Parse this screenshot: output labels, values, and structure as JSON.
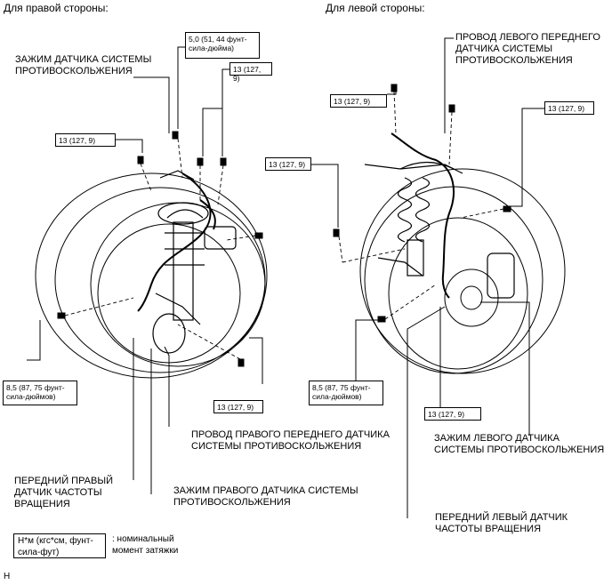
{
  "headings": {
    "right_side": "Для правой стороны:",
    "left_side": "Для левой стороны:"
  },
  "right": {
    "clamp_top": [
      "ЗАЖИМ ДАТЧИКА СИСТЕМЫ",
      "ПРОТИВОСКОЛЬЖЕНИЯ"
    ],
    "torque_top": [
      "5,0 (51, 44 фунт-",
      "сила-дюйма)"
    ],
    "torque_13_a": "13 (127, 9)",
    "torque_13_b": "13 (127, 9)",
    "torque_13_c": "13 (127, 9)",
    "torque_85": [
      "8,5 (87, 75 фунт-",
      "сила-дюймов)"
    ],
    "wire": [
      "ПРОВОД ПРАВОГО ПЕРЕДНЕГО ДАТЧИКА",
      "СИСТЕМЫ ПРОТИВОСКОЛЬЖЕНИЯ"
    ],
    "speed_sensor": [
      "ПЕРЕДНИЙ ПРАВЫЙ",
      "ДАТЧИК ЧАСТОТЫ",
      "ВРАЩЕНИЯ"
    ],
    "clamp_bottom": [
      "ЗАЖИМ ПРАВОГО ДАТЧИКА СИСТЕМЫ",
      "ПРОТИВОСКОЛЬЖЕНИЯ"
    ]
  },
  "left": {
    "wire": [
      "ПРОВОД ЛЕВОГО ПЕРЕДНЕГО",
      "ДАТЧИКА СИСТЕМЫ",
      "ПРОТИВОСКОЛЬЖЕНИЯ"
    ],
    "torque_13_a": "13 (127, 9)",
    "torque_13_b": "13 (127, 9)",
    "torque_13_c": "13 (127, 9)",
    "torque_13_d": "13 (127, 9)",
    "torque_85": [
      "8,5 (87, 75 фунт-",
      "сила-дюймов)"
    ],
    "clamp": [
      "ЗАЖИМ ЛЕВОГО ДАТЧИКА",
      "СИСТЕМЫ ПРОТИВОСКОЛЬЖЕНИЯ"
    ],
    "speed_sensor": [
      "ПЕРЕДНИЙ ЛЕВЫЙ ДАТЧИК",
      "ЧАСТОТЫ ВРАЩЕНИЯ"
    ]
  },
  "legend": {
    "box": [
      "Н*м (кгс*см, фунт-",
      "сила-фут)"
    ],
    "desc": [
      ": номинальный",
      "момент затяжки"
    ]
  },
  "figure_code": "H"
}
